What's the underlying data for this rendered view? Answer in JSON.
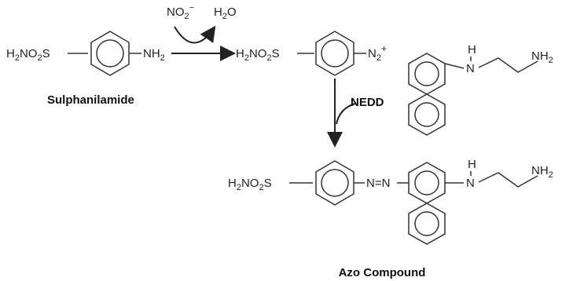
{
  "reactant": {
    "left_group": "H",
    "left_sub": "2",
    "left_rest": "NO",
    "left_sub2": "2",
    "left_s": "S",
    "right_group": "NH",
    "right_sub": "2",
    "name": "Sulphanilamide"
  },
  "reagent": {
    "in_top": "NO",
    "in_sub": "2",
    "in_sup": "−",
    "out_top": "H",
    "out_sub": "2",
    "out_rest": "O"
  },
  "diazonium": {
    "left_group": "H",
    "left_sub": "2",
    "left_rest": "NO",
    "left_sub2": "2",
    "left_s": "S",
    "right_group": "N",
    "right_sub": "2",
    "right_sup": "+"
  },
  "nedd": {
    "label": "NEDD",
    "nh": "H",
    "n": "N",
    "nh2": "NH",
    "nh2_sub": "2"
  },
  "product": {
    "left_group": "H",
    "left_sub": "2",
    "left_rest": "NO",
    "left_sub2": "2",
    "left_s": "S",
    "azo": "N=N",
    "nh": "H",
    "n": "N",
    "nh2": "NH",
    "nh2_sub": "2",
    "name": "Azo Compound"
  }
}
